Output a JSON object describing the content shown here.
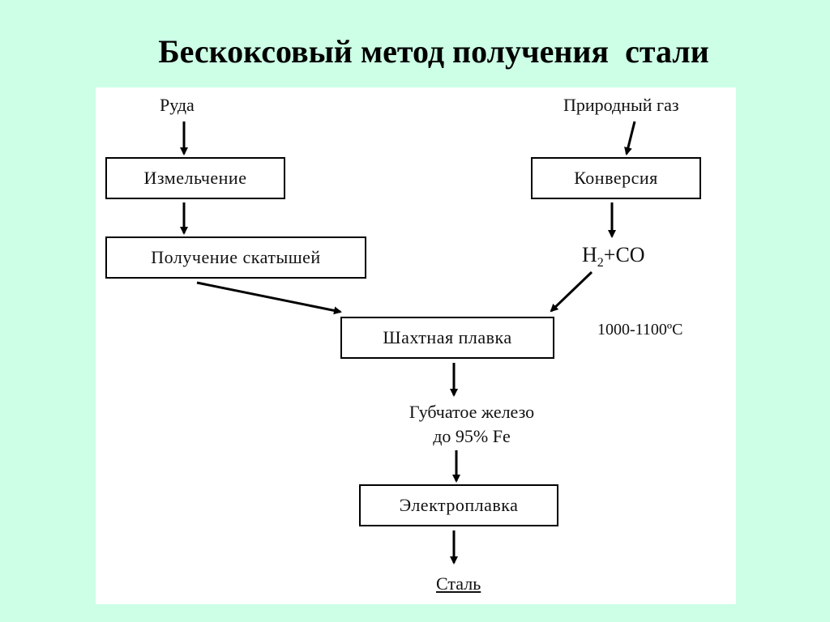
{
  "title": "Бескоксовый метод получения  стали",
  "inputs": {
    "ore": "Руда",
    "natural_gas": "Природный газ"
  },
  "boxes": {
    "grinding": "Измельчение",
    "pellets": "Получение скатышей",
    "conversion": "Конверсия",
    "shaft_smelting": "Шахтная плавка",
    "electrosmelting": "Электроплавка"
  },
  "gas_mix": {
    "h": "H",
    "sub": "2",
    "rest": "+CO"
  },
  "temperature": "1000-1100ºС",
  "sponge_iron": {
    "line1": "Губчатое железо",
    "line2": "до 95% Fe"
  },
  "output": "Сталь"
}
